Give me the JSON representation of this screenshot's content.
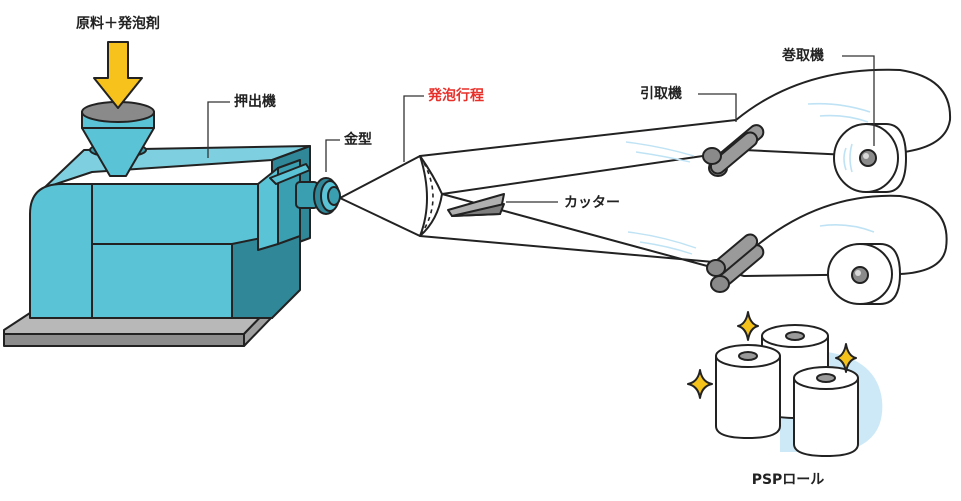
{
  "labels": {
    "materials": "原料＋発泡剤",
    "extruder": "押出機",
    "die": "金型",
    "foaming": "発泡行程",
    "puller": "引取機",
    "winder": "巻取機",
    "cutter": "カッター",
    "product": "PSPロール"
  },
  "colors": {
    "machine_body": "#5bc3d6",
    "machine_dark": "#3a9fb1",
    "machine_shadow": "#2f8798",
    "base_plate": "#9a9a9a",
    "arrow": "#f7c21b",
    "foaming_label": "#e8302a",
    "product_glow": "#cde9f7",
    "sparkle": "#f4c21a"
  },
  "icons": [
    "input-arrow-icon",
    "sparkle-icon"
  ]
}
